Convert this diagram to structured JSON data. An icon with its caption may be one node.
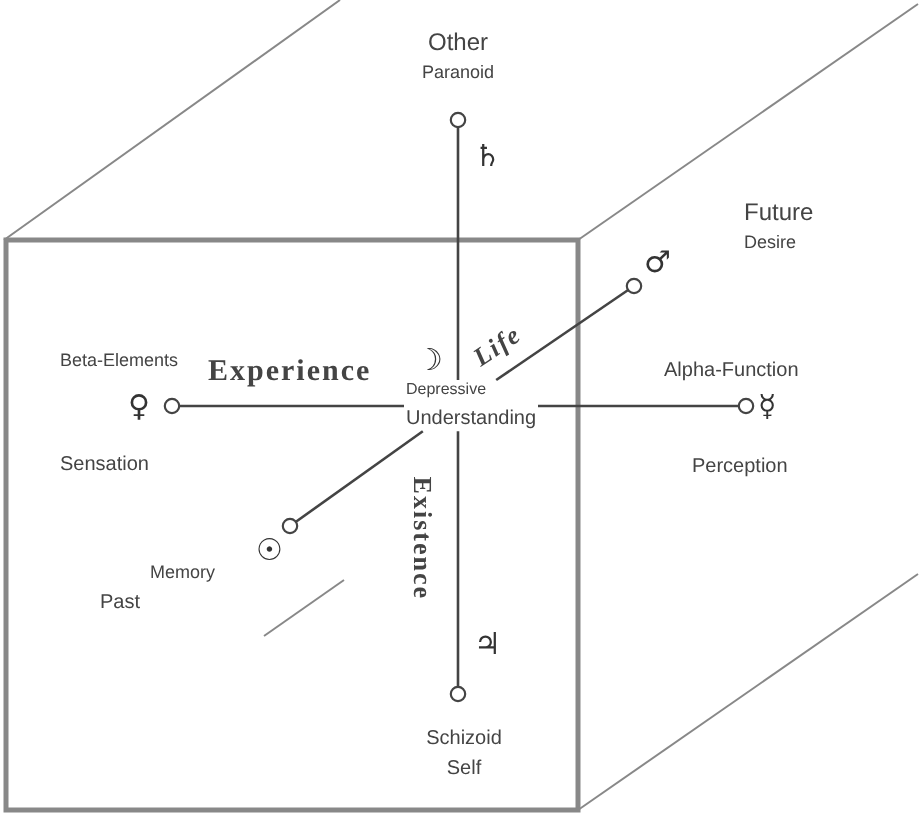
{
  "diagram": {
    "nodes": [
      {
        "text": [
          "Other",
          "Paranoid"
        ],
        "beside": [
          "♄"
        ]
      },
      {
        "text": [
          "Future",
          "Desire"
        ],
        "beside": [
          "♂"
        ]
      },
      {
        "text": [
          "Beta-Elements",
          "Sensation"
        ],
        "beside": [
          "♀"
        ]
      },
      {
        "text": [
          "Depressive",
          "Understanding"
        ],
        "beside": [
          "☽"
        ]
      },
      {
        "text": [
          "Alpha-Function",
          "Perception"
        ],
        "beside": [
          "☿"
        ]
      },
      {
        "text": [
          "Memory",
          "Past"
        ],
        "beside": [
          "☉"
        ]
      },
      {
        "text": [
          "Schizoid",
          "Self"
        ],
        "beside": [
          "♃"
        ]
      }
    ],
    "edges": [
      {
        "from": 3,
        "to": 2,
        "arrow": "other",
        "label": "Experience"
      },
      {
        "from": 3,
        "to": 4,
        "arrow": "other"
      },
      {
        "from": 3,
        "to": 1,
        "arrow": "other",
        "label": "Life"
      },
      {
        "from": 3,
        "to": 5,
        "arrow": "other"
      },
      {
        "from": 3,
        "to": 0,
        "arrow": "other"
      },
      {
        "from": 3,
        "to": 6,
        "arrow": "other",
        "label": "Existence"
      }
    ]
  }
}
